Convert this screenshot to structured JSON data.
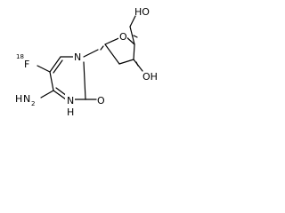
{
  "molecule": {
    "labels": {
      "isotope": "18",
      "fluorine": "F",
      "n1": "N",
      "n3": "N",
      "nh": "H",
      "oxo": "O",
      "amine_h": "H",
      "amine_n": "N",
      "amine_h2": "2",
      "ring_o": "O",
      "oh_top": "HO",
      "oh_right": "OH"
    }
  }
}
